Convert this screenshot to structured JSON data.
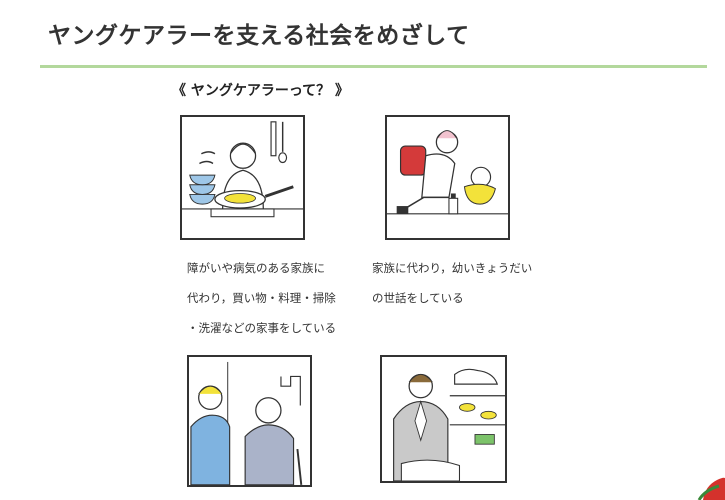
{
  "page": {
    "title": "ヤングケアラーを支える社会をめざして",
    "accent_rule_color": "#b3d89c"
  },
  "section": {
    "heading": "《 ヤングケアラーって？ 》"
  },
  "cards": [
    {
      "illustration": "cooking-illustration",
      "caption_lines": [
        "障がいや病気のある家族に",
        "代わり，買い物・料理・掃除",
        "・洗濯などの家事をしている"
      ]
    },
    {
      "illustration": "childcare-illustration",
      "caption_lines": [
        "家族に代わり，幼いきょうだい",
        "の世話をしている"
      ]
    },
    {
      "illustration": "elderly-support-illustration",
      "caption_lines": []
    },
    {
      "illustration": "working-illustration",
      "caption_lines": []
    }
  ]
}
